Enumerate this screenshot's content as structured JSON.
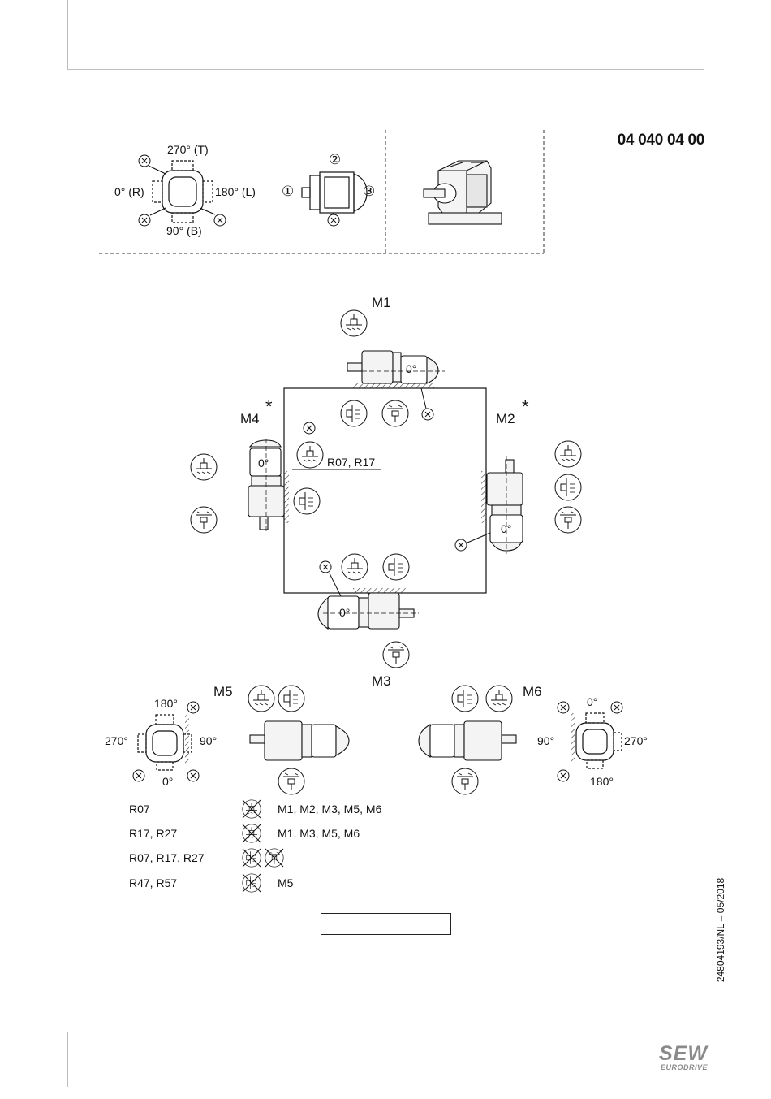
{
  "header": {
    "document_number": "04 040 04 00"
  },
  "terminal_box_positions": {
    "top": "270° (T)",
    "left": "0° (R)",
    "right": "180° (L)",
    "bottom": "90° (B)",
    "cable_entry_1": "①",
    "cable_entry_2": "②",
    "cable_entry_3": "③",
    "marker": "X"
  },
  "mounting_positions": {
    "m1": "M1",
    "m2": "M2",
    "m3": "M3",
    "m4": "M4",
    "m5": "M5",
    "m6": "M6",
    "asterisk": "*",
    "zero_label": "0°",
    "r07_r17_note": "R07, R17"
  },
  "m5_view": {
    "top": "180°",
    "left": "270°",
    "right": "90°",
    "bottom": "0°"
  },
  "m6_view": {
    "top": "0°",
    "left": "90°",
    "right": "270°",
    "bottom": "180°"
  },
  "legend": [
    {
      "types": "R07",
      "positions": "M1, M2, M3, M5, M6"
    },
    {
      "types": "R17, R27",
      "positions": "M1, M3, M5, M6"
    },
    {
      "types": "R07, R17, R27",
      "positions": ""
    },
    {
      "types": "R47, R57",
      "positions": "M5"
    }
  ],
  "footer": {
    "side_code": "24804193/NL – 05/2018",
    "logo_main": "SEW",
    "logo_sub": "EURODRIVE"
  }
}
